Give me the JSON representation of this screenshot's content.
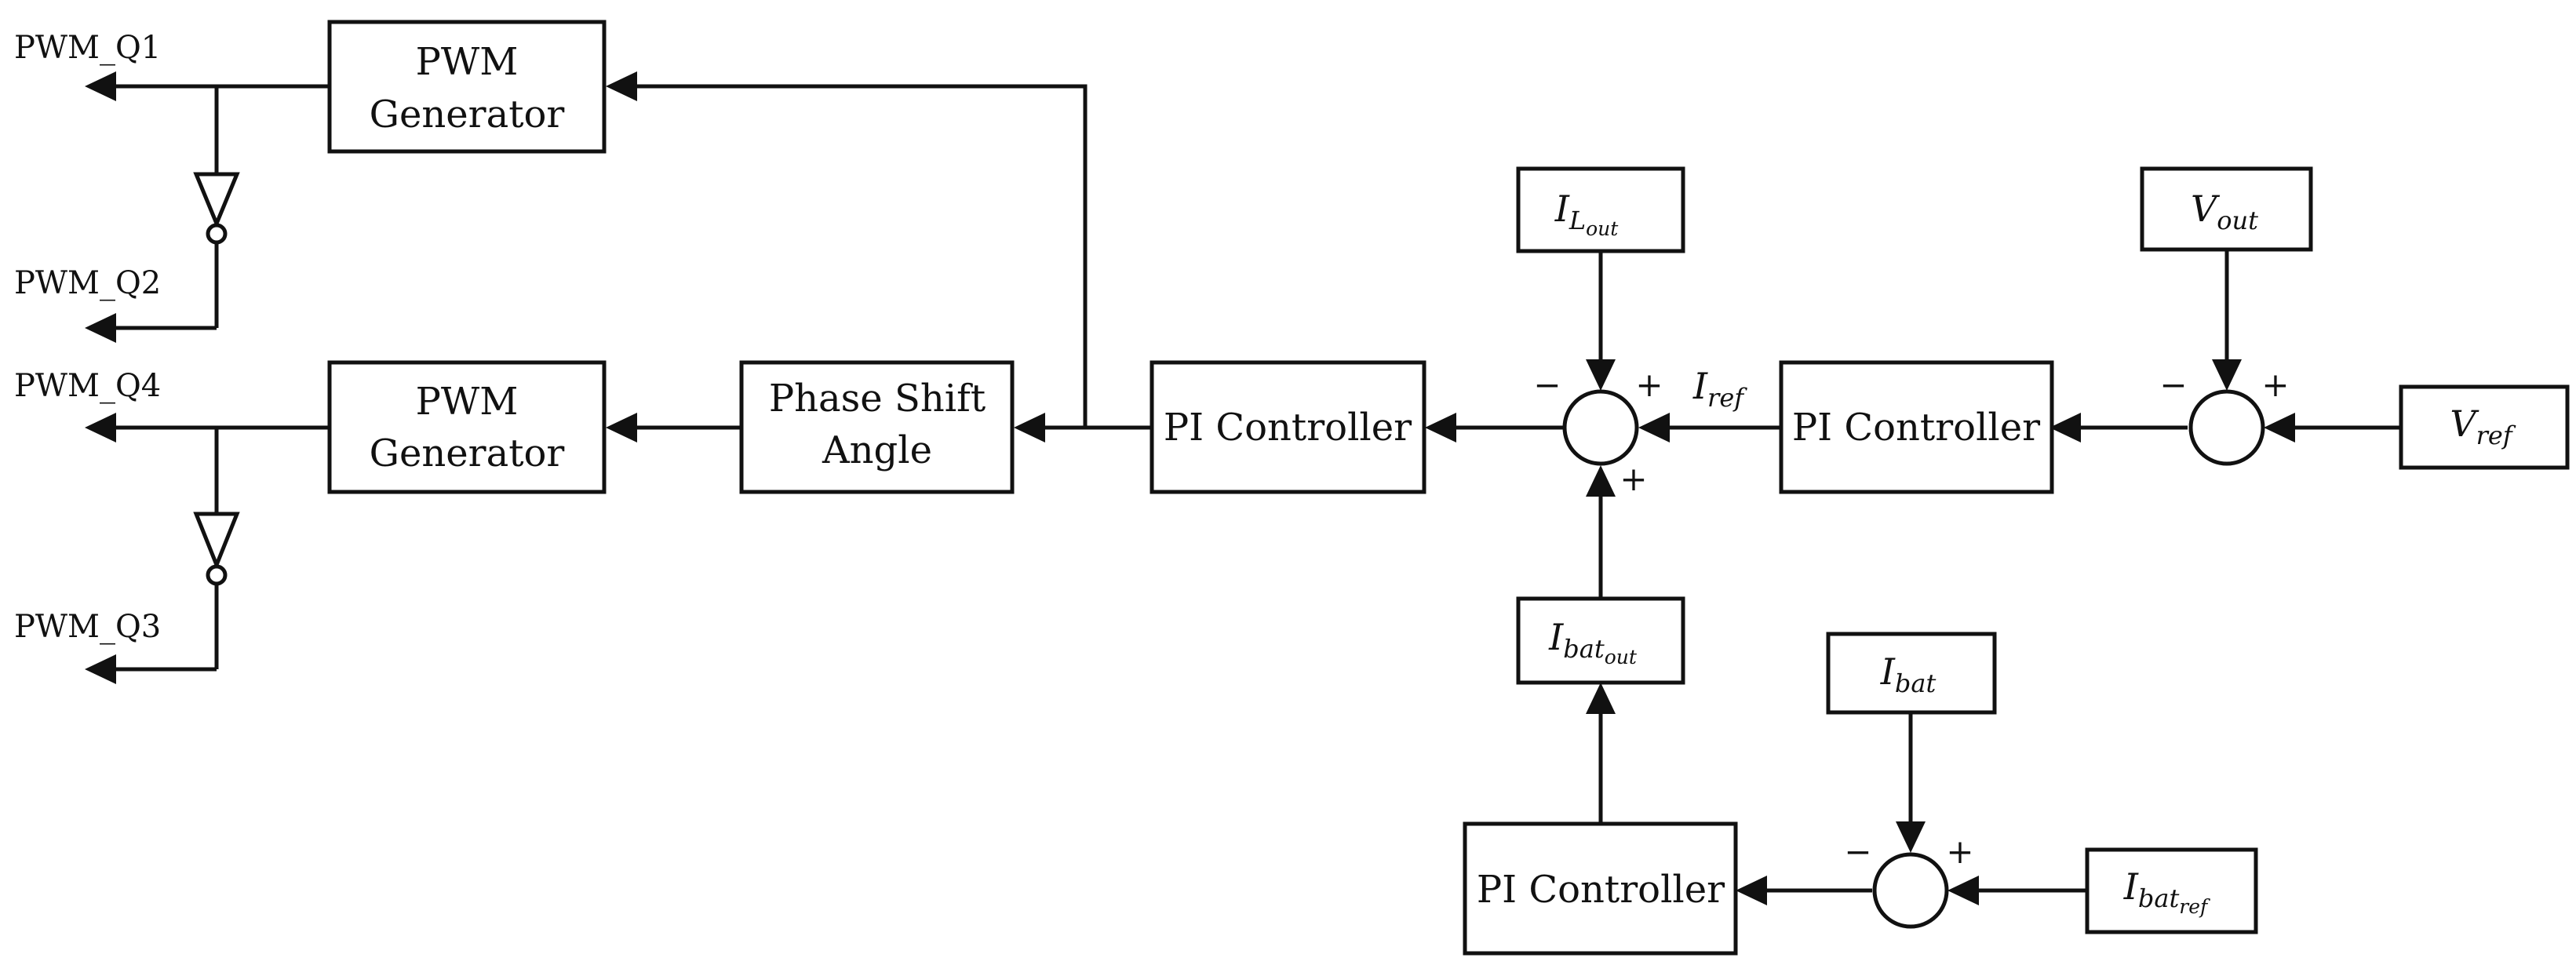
{
  "blocks": {
    "pwm_gen_top": [
      "PWM",
      "Generator"
    ],
    "pwm_gen_bottom": [
      "PWM",
      "Generator"
    ],
    "phase_shift": [
      "Phase Shift",
      "Angle"
    ],
    "pi_current": "PI Controller",
    "pi_voltage": "PI Controller",
    "pi_battery": "PI Controller"
  },
  "signals": {
    "i_l_out": {
      "base": "I",
      "sub": "L",
      "subsub": "out"
    },
    "v_out": {
      "base": "V",
      "sub": "out"
    },
    "v_ref": {
      "base": "V",
      "sub": "ref"
    },
    "i_ref": {
      "base": "I",
      "sub": "ref"
    },
    "i_bat_out": {
      "base": "I",
      "sub": "bat",
      "subsub": "out"
    },
    "i_bat": {
      "base": "I",
      "sub": "bat"
    },
    "i_bat_ref": {
      "base": "I",
      "sub": "bat",
      "subsub": "ref"
    }
  },
  "outputs": {
    "q1": "PWM_Q1",
    "q2": "PWM_Q2",
    "q4": "PWM_Q4",
    "q3": "PWM_Q3"
  },
  "signs": {
    "minus": "−",
    "plus": "+"
  }
}
